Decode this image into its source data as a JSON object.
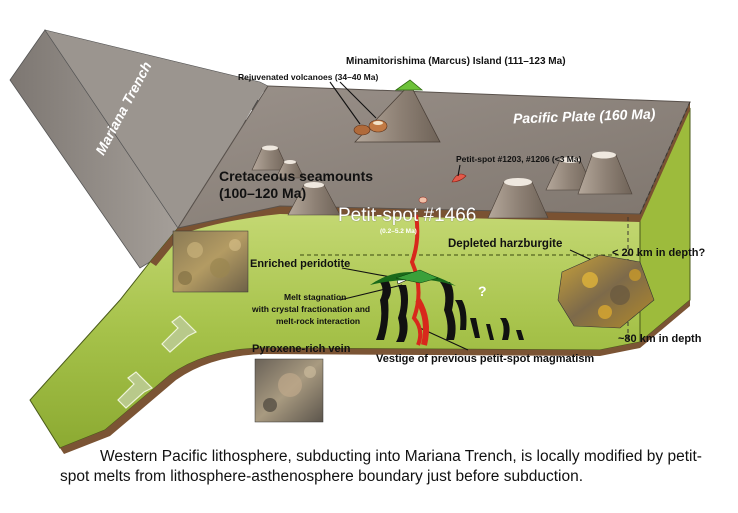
{
  "labels": {
    "mariana_trench": "Mariana Trench",
    "pacific_plate": "Pacific Plate (160 Ma)",
    "minamitorishima": "Minamitorishima (Marcus) Island (111–123 Ma)",
    "rejuvenated_volcanoes": "Rejuvenated volcanoes (34–40 Ma)",
    "petit_spot_1203": "Petit-spot #1203, #1206 (<3 Ma)",
    "cretaceous_seamounts_1": "Cretaceous seamounts",
    "cretaceous_seamounts_2": "(100–120 Ma)",
    "petit_spot_1466": "Petit-spot #1466",
    "petit_spot_1466_age": "(0.2–5.2 Ma)",
    "depleted_harzburgite": "Depleted harzburgite",
    "depth_20km": "< 20 km in depth?",
    "enriched_peridotite": "Enriched peridotite",
    "melt_stagnation_1": "Melt stagnation",
    "melt_stagnation_2": "with crystal fractionation and",
    "melt_stagnation_3": "melt-rock interaction",
    "question_mark": "?",
    "depth_80km": "~80 km in depth",
    "pyroxene_vein": "Pyroxene-rich vein",
    "vestige": "Vestige of previous petit-spot magmatism"
  },
  "caption": "Western Pacific lithosphere, subducting into Mariana Trench, is locally modified by petit-spot melts from lithosphere-asthenosphere boundary just before subduction.",
  "colors": {
    "plate_top": "#8a8076",
    "lithosphere": "#a8c44a",
    "lithosphere_dark": "#7e9a2a",
    "crust": "#6e4a2e",
    "melt": "#d8281c",
    "arrow": "#b8c98a"
  }
}
